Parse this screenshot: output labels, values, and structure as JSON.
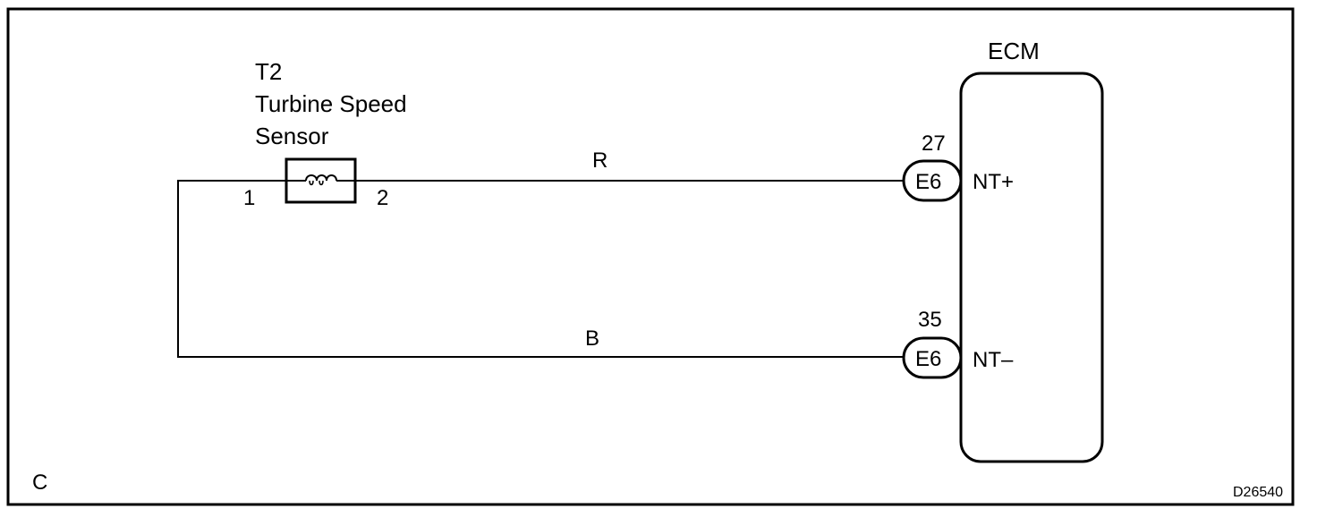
{
  "sensor": {
    "id": "T2",
    "name_line1": "Turbine Speed",
    "name_line2": "Sensor",
    "pin_left": "1",
    "pin_right": "2"
  },
  "ecm": {
    "label": "ECM",
    "terminals": [
      {
        "pin": "27",
        "connector": "E6",
        "signal": "NT+",
        "wire_color": "R"
      },
      {
        "pin": "35",
        "connector": "E6",
        "signal": "NT–",
        "wire_color": "B"
      }
    ]
  },
  "footer": {
    "corner_code": "C",
    "figure_id": "D26540"
  },
  "colors": {
    "line": "#000000",
    "background": "#ffffff"
  }
}
